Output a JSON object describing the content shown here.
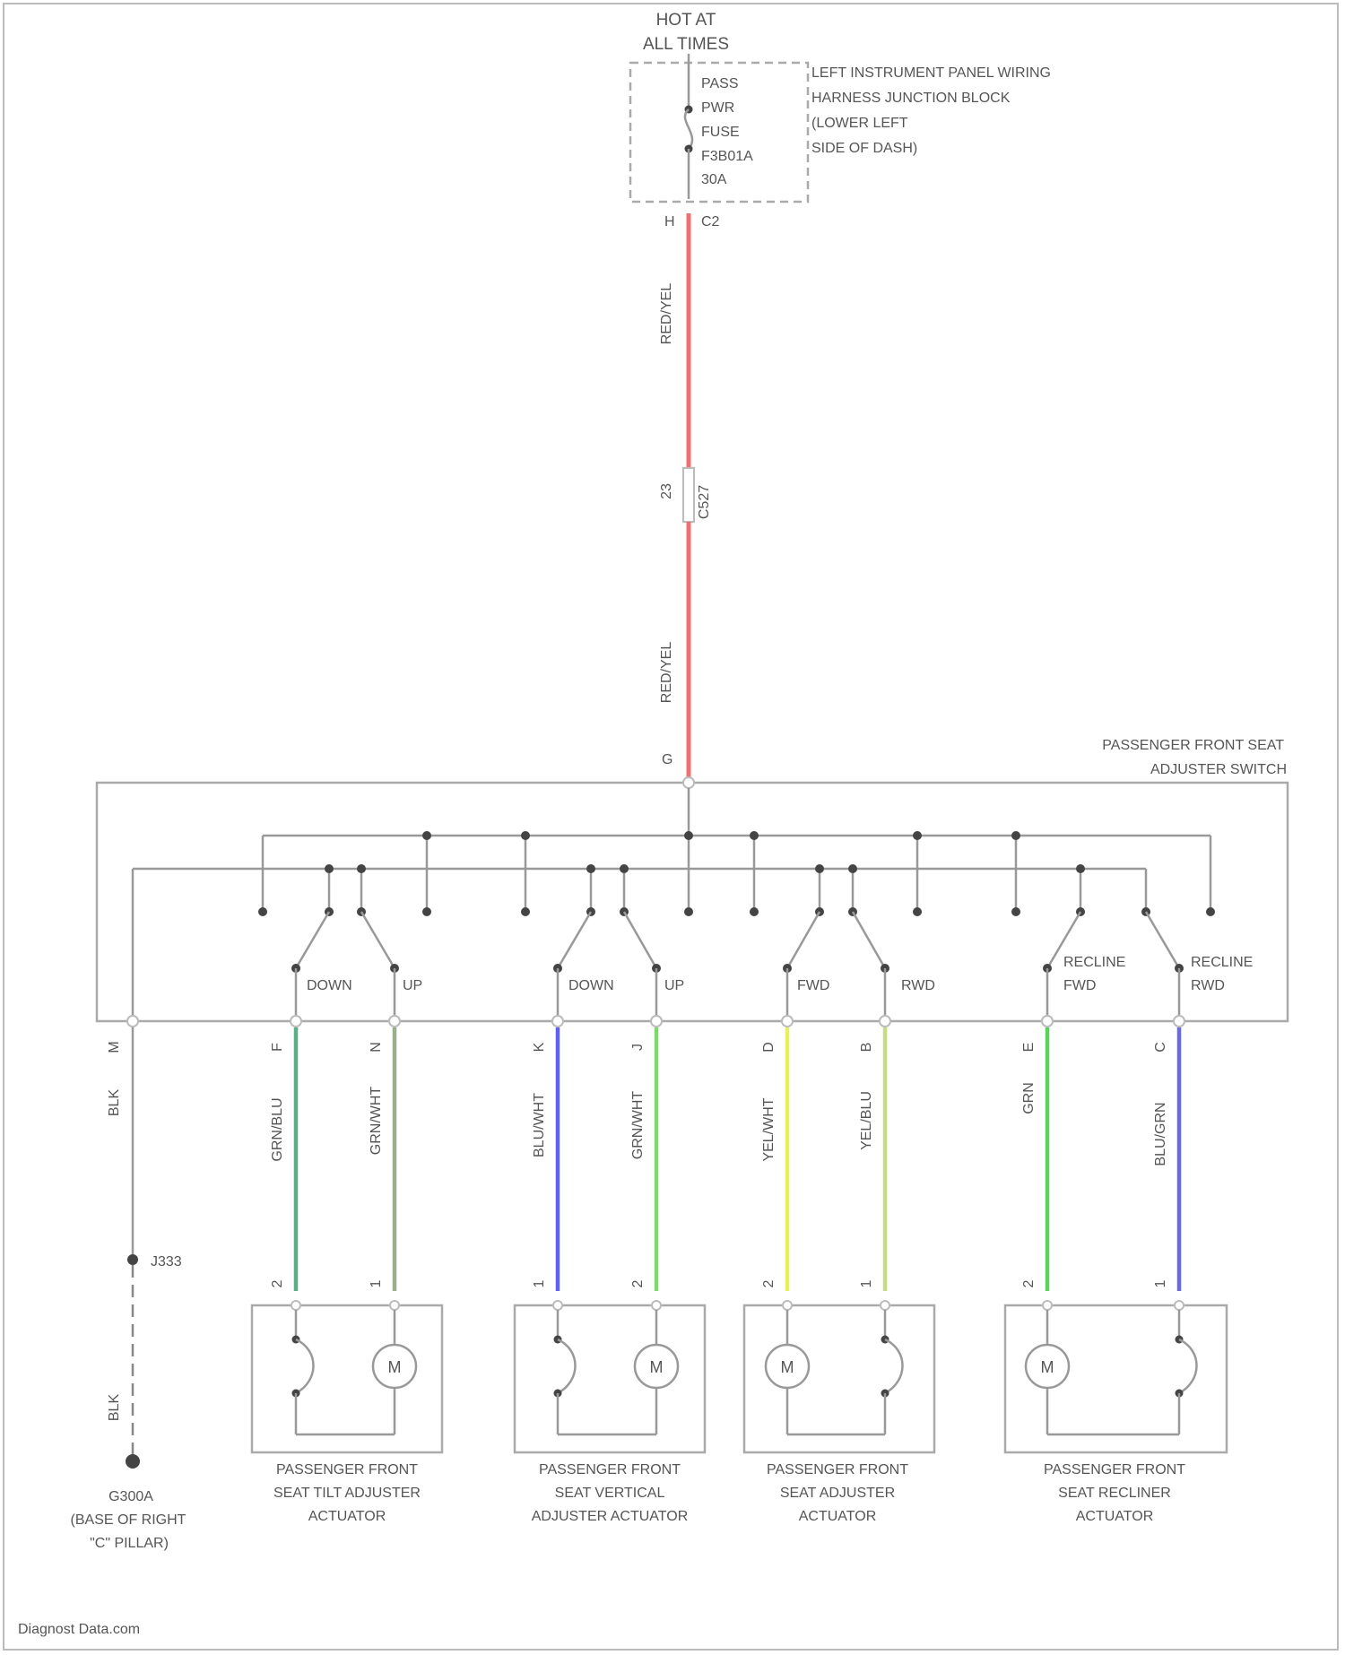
{
  "colors": {
    "background": "#ffffff",
    "frame": "#aaaaaa",
    "text": "#555555",
    "wire_red_yel": "#f07070",
    "wire_grn_blu": "#5cae8a",
    "wire_grn_wht": "#9aae8c",
    "wire_blu_wht": "#5f5ff0",
    "wire_grn_wht_2": "#7ed86a",
    "wire_yel_wht": "#e6f05a",
    "wire_yel_blu": "#c6dc82",
    "wire_grn": "#5ad25a",
    "wire_blu_grn": "#6a6ae6",
    "wire_blk": "#888888"
  },
  "power": {
    "hot_line1": "HOT AT",
    "hot_line2": "ALL TIMES",
    "fuse_lines": [
      "PASS",
      "PWR",
      "FUSE",
      "F3B01A",
      "30A"
    ],
    "junction_block_lines": [
      "LEFT INSTRUMENT PANEL WIRING",
      "HARNESS JUNCTION BLOCK",
      "(LOWER LEFT",
      "SIDE OF DASH)"
    ],
    "fuse_pin_left": "H",
    "fuse_pin_right": "C2"
  },
  "main_feed": {
    "wire_label_upper": "RED/YEL",
    "splice_label": "C527",
    "splice_pin": "23",
    "wire_label_lower": "RED/YEL",
    "switch_pin": "G"
  },
  "switch": {
    "title_lines": [
      "PASSENGER FRONT SEAT",
      "ADJUSTER SWITCH"
    ],
    "ground_pin": "M",
    "tilt_down_label": "DOWN",
    "tilt_up_label": "UP",
    "vertical_down_label": "DOWN",
    "vertical_up_label": "UP",
    "fwd_label": "FWD",
    "rwd_label": "RWD",
    "recline_fwd_lines": [
      "RECLINE",
      "FWD"
    ],
    "recline_rwd_lines": [
      "RECLINE",
      "RWD"
    ]
  },
  "wires": [
    {
      "pin_top": "F",
      "label": "GRN/BLU",
      "pin_bottom": "2"
    },
    {
      "pin_top": "N",
      "label": "GRN/WHT",
      "pin_bottom": "1"
    },
    {
      "pin_top": "K",
      "label": "BLU/WHT",
      "pin_bottom": "1"
    },
    {
      "pin_top": "J",
      "label": "GRN/WHT",
      "pin_bottom": "2"
    },
    {
      "pin_top": "D",
      "label": "YEL/WHT",
      "pin_bottom": "2"
    },
    {
      "pin_top": "B",
      "label": "YEL/BLU",
      "pin_bottom": "1"
    },
    {
      "pin_top": "E",
      "label": "GRN",
      "pin_bottom": "2"
    },
    {
      "pin_top": "C",
      "label": "BLU/GRN",
      "pin_bottom": "1"
    }
  ],
  "ground": {
    "wire_label_upper": "BLK",
    "splice_label": "J333",
    "wire_label_lower": "BLK",
    "ground_lines": [
      "G300A",
      "(BASE OF RIGHT",
      "\"C\" PILLAR)"
    ]
  },
  "actuators": [
    {
      "name_lines": [
        "PASSENGER FRONT",
        "SEAT TILT ADJUSTER",
        "ACTUATOR"
      ],
      "motor_label": "M"
    },
    {
      "name_lines": [
        "PASSENGER FRONT",
        "SEAT VERTICAL",
        "ADJUSTER ACTUATOR"
      ],
      "motor_label": "M"
    },
    {
      "name_lines": [
        "PASSENGER FRONT",
        "SEAT ADJUSTER",
        "ACTUATOR"
      ],
      "motor_label": "M"
    },
    {
      "name_lines": [
        "PASSENGER FRONT",
        "SEAT RECLINER",
        "ACTUATOR"
      ],
      "motor_label": "M"
    }
  ],
  "watermark": "Diagnost Data.com"
}
